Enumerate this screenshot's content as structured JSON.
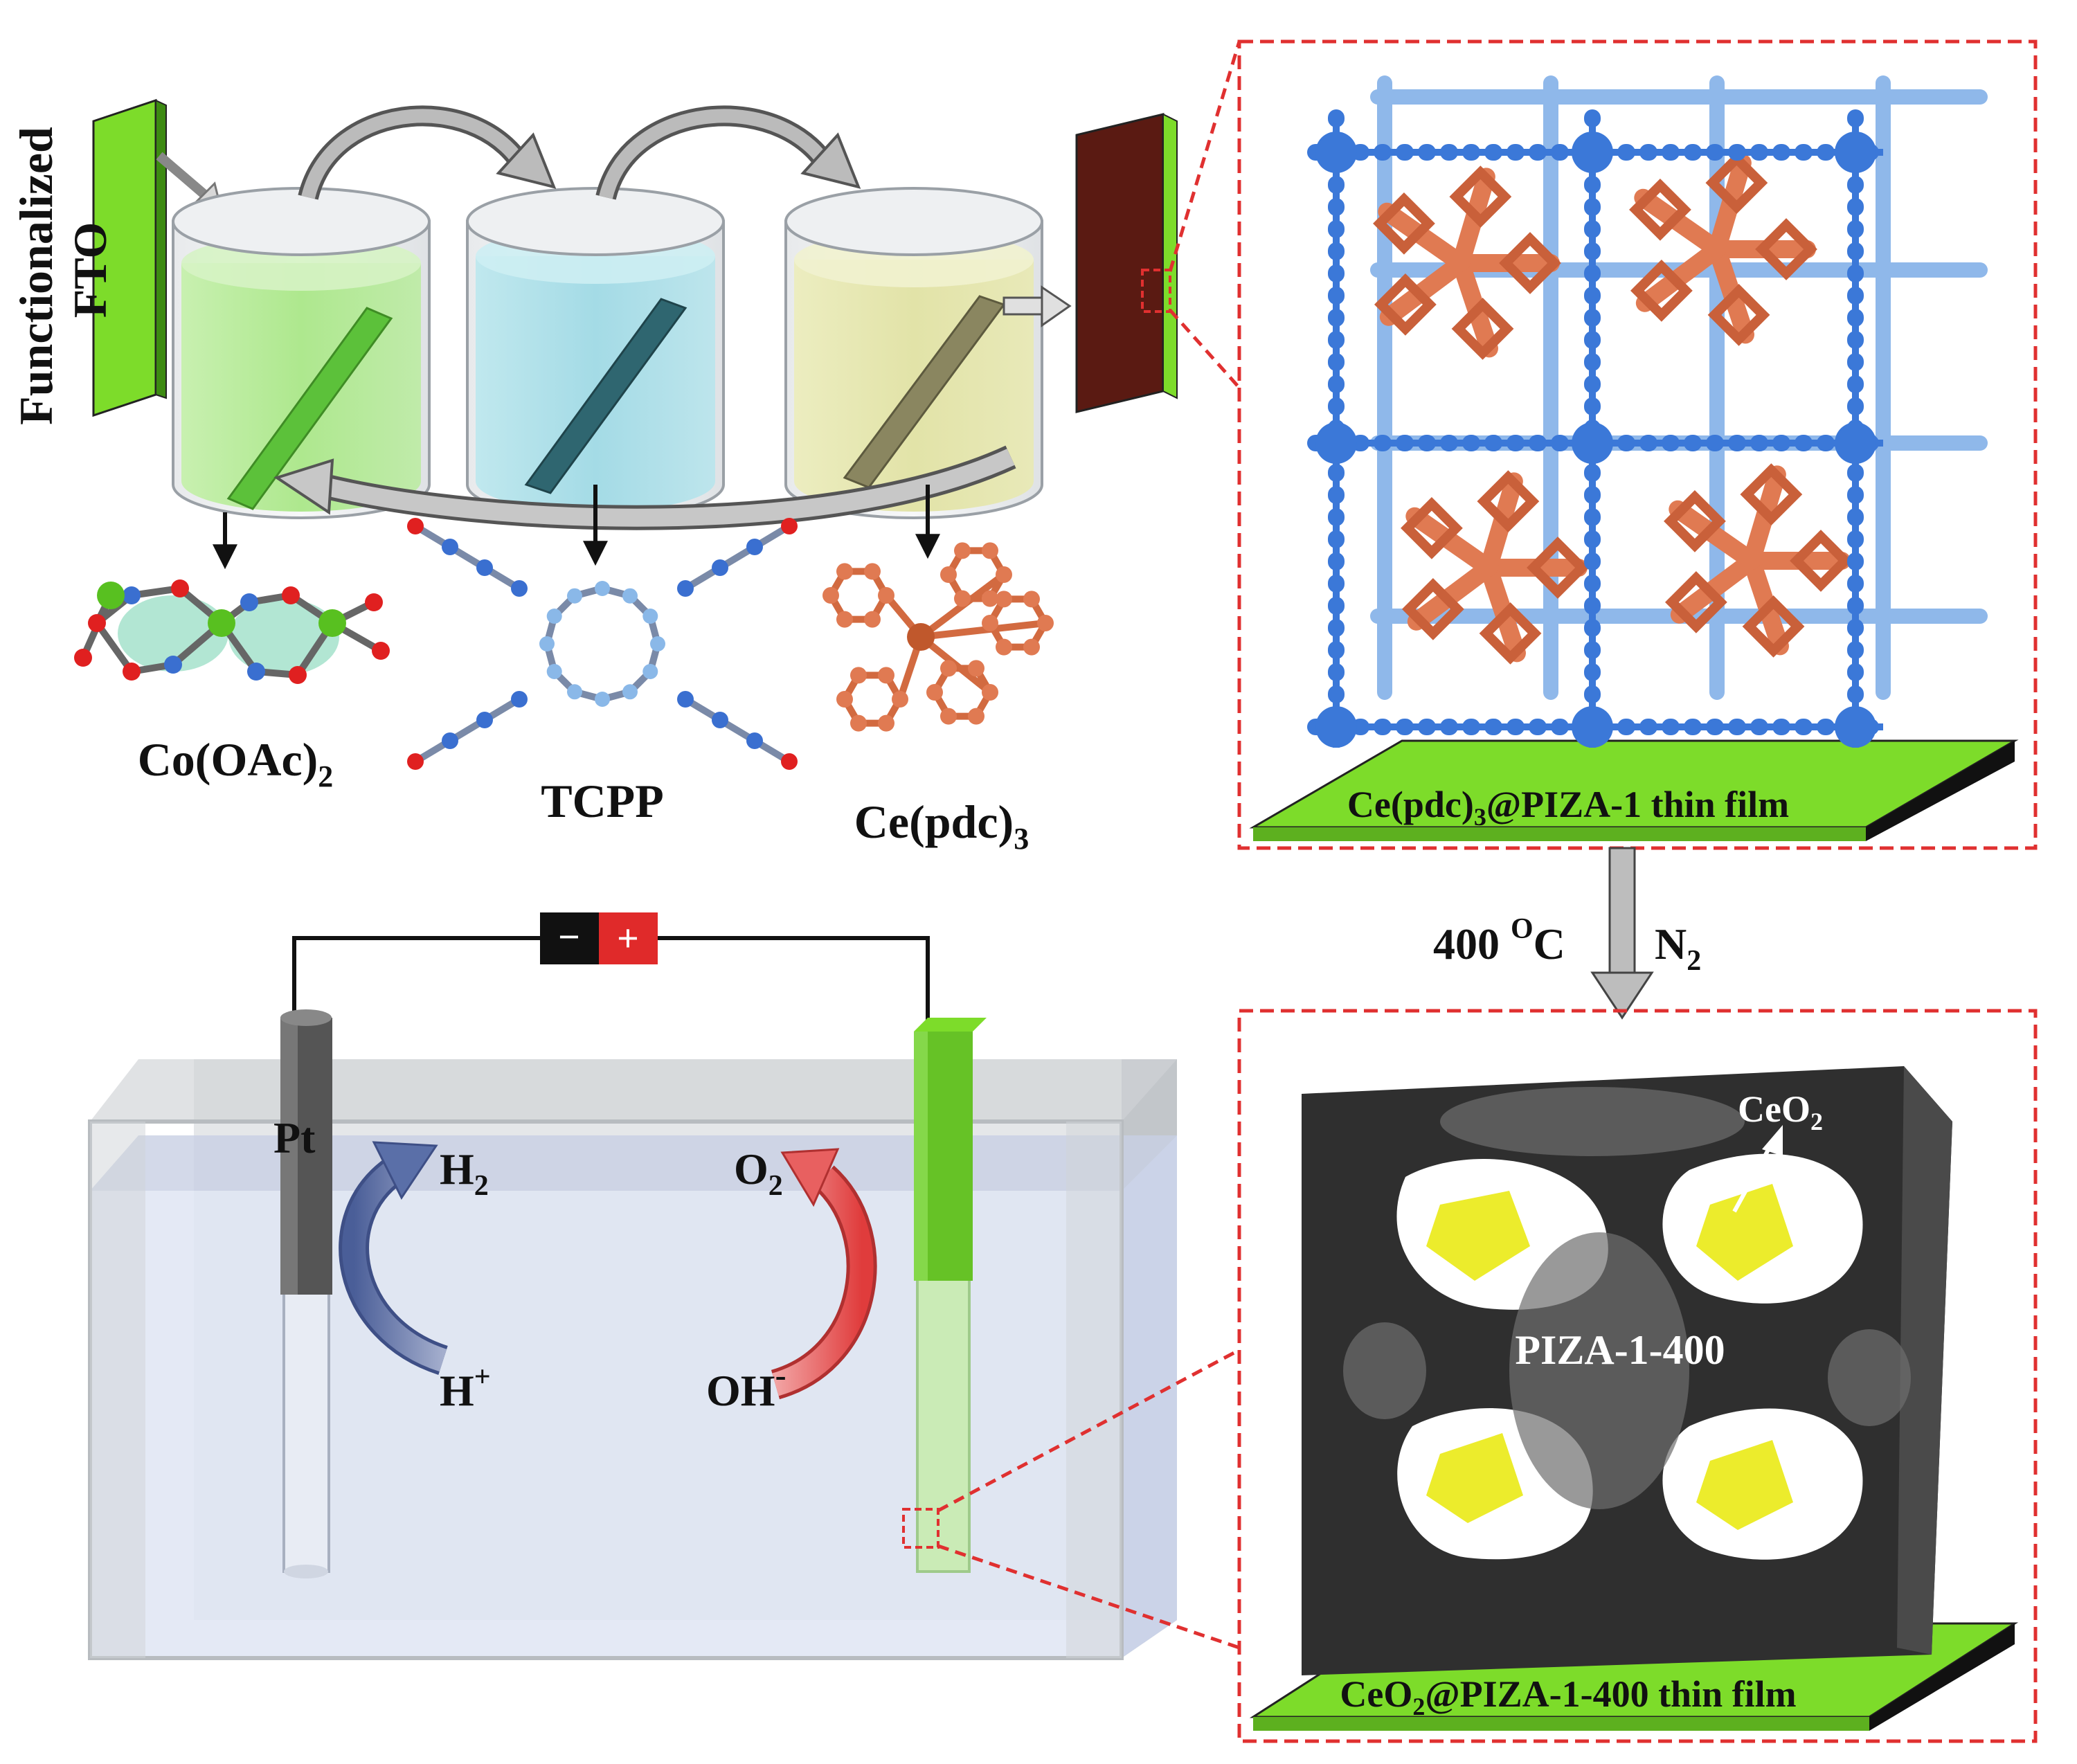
{
  "labels": {
    "substrate": "Functionalized\nFTO",
    "co_precursor": "Co(OAc)",
    "co_precursor_sub": "2",
    "tcpp": "TCPP",
    "ce_precursor": "Ce(pdc)",
    "ce_precursor_sub": "3",
    "film1_a": "Ce(pdc)",
    "film1_sub": "3",
    "film1_b": "@PIZA-1 thin film",
    "condition_temp": "400 ",
    "condition_temp_sup": "O",
    "condition_temp_unit": "C",
    "condition_gas": "N",
    "condition_gas_sub": "2",
    "film2_a": "CeO",
    "film2_sub": "2",
    "film2_b": "@PIZA-1-400 thin film",
    "ceo2": "CeO",
    "ceo2_sub": "2",
    "piza": "PIZA-1-400",
    "pt": "Pt",
    "h2": "H",
    "h2_sub": "2",
    "o2": "O",
    "o2_sub": "2",
    "hplus": "H",
    "hplus_sup": "+",
    "ohminus": "OH",
    "ohminus_sup": "-",
    "battery_minus": "−",
    "battery_plus": "+"
  },
  "colors": {
    "fto_green": "#7ddc2a",
    "film_brown": "#5a1a12",
    "mof_blue": "#3b78d8",
    "mof_light_blue": "#8fb8ea",
    "pdc_orange": "#e07a52",
    "porous_dark": "#2e2e2e",
    "ceo2_yellow": "#ecec2c",
    "box_red": "#e03030",
    "arrow_blue": "#5a6fa8",
    "arrow_red": "#e05050"
  },
  "icons": [
    "beaker-green",
    "beaker-blue",
    "beaker-yellow",
    "molecule-co",
    "molecule-tcpp",
    "molecule-ce",
    "battery-icon"
  ]
}
